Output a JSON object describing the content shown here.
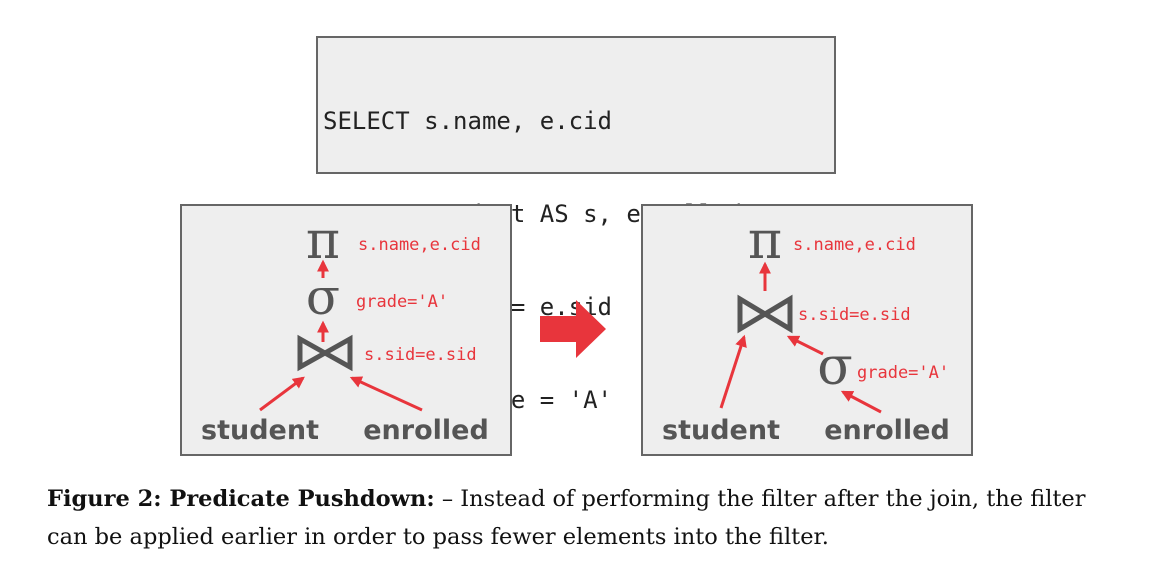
{
  "sql": {
    "lines": [
      "SELECT s.name, e.cid",
      "  FROM student AS s, enrolled AS e",
      " WHERE s.sid = e.sid",
      "   AND e.grade = 'A'"
    ]
  },
  "plan_before": {
    "projection": {
      "symbol": "π",
      "label": "s.name,e.cid"
    },
    "selection": {
      "symbol": "σ",
      "label": "grade='A'"
    },
    "join": {
      "label": "s.sid=e.sid"
    },
    "relations": {
      "left": "student",
      "right": "enrolled"
    }
  },
  "plan_after": {
    "projection": {
      "symbol": "π",
      "label": "s.name,e.cid"
    },
    "join": {
      "label": "s.sid=e.sid"
    },
    "selection": {
      "symbol": "σ",
      "label": "grade='A'"
    },
    "relations": {
      "left": "student",
      "right": "enrolled"
    }
  },
  "caption": {
    "bold": "Figure 2: Predicate Pushdown:",
    "text": " – Instead of performing the filter after the join, the filter can be applied earlier in order to pass fewer elements into the filter."
  },
  "colors": {
    "accent": "#e8353c",
    "box_bg": "#eeeeee",
    "border": "#666666",
    "symbol": "#555555"
  }
}
